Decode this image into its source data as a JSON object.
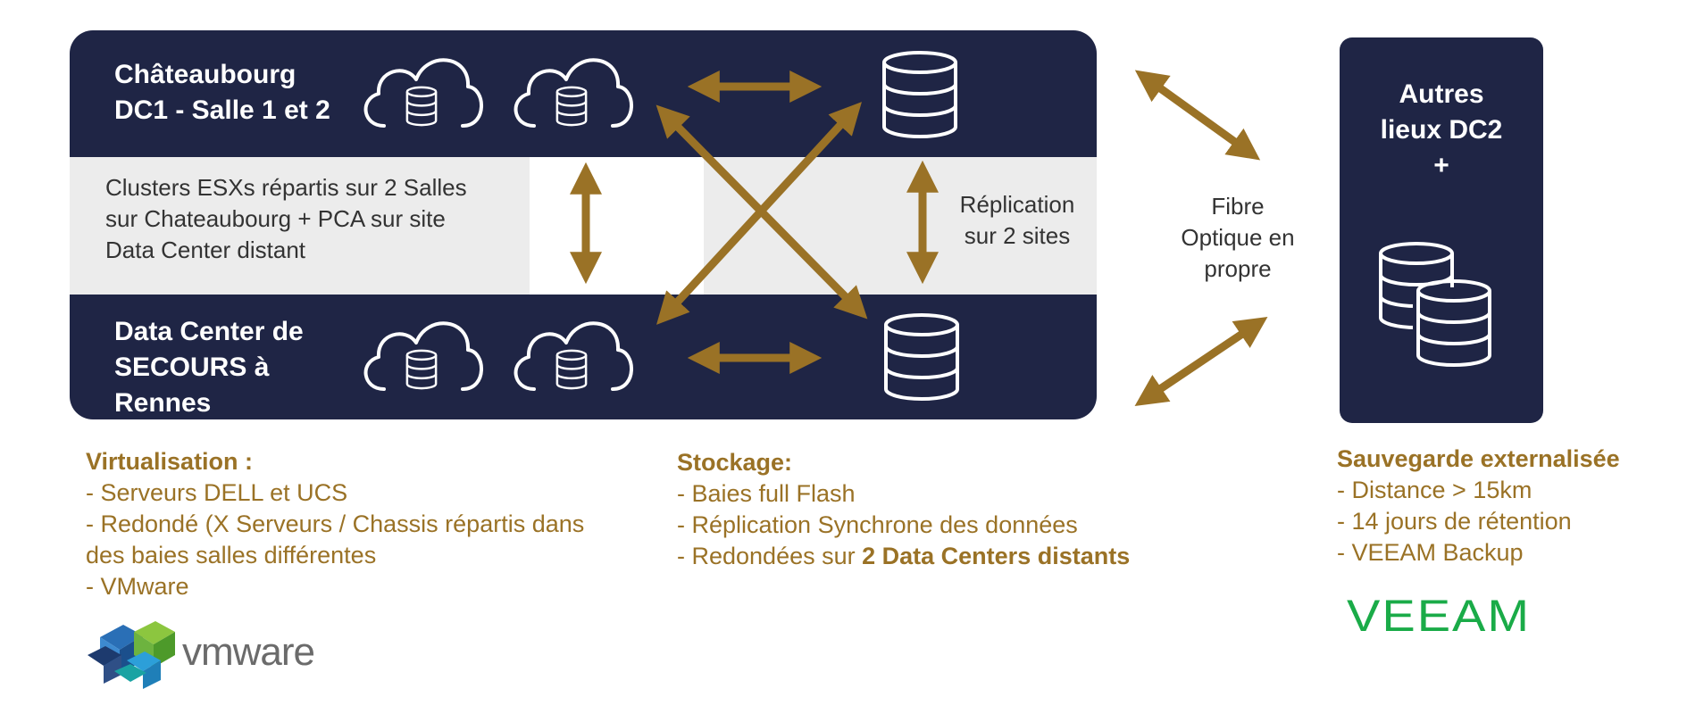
{
  "colors": {
    "navy": "#1f2545",
    "gold": "#9a7226",
    "grey_band": "#ececec",
    "veeam_green": "#1aab48"
  },
  "top_band": {
    "title_line1": "Châteaubourg",
    "title_line2": "DC1 - Salle 1 et 2"
  },
  "bottom_band": {
    "title_line1": "Data Center de",
    "title_line2": "SECOURS à",
    "title_line3": "Rennes"
  },
  "middle_band": {
    "clusters_text_line1": "Clusters ESXs répartis sur 2 Salles",
    "clusters_text_line2": "sur Chateaubourg + PCA sur site",
    "clusters_text_line3": "Data Center distant",
    "replication_line1": "Réplication",
    "replication_line2": "sur 2 sites"
  },
  "fibre": {
    "line1": "Fibre",
    "line2": "Optique en",
    "line3": "propre"
  },
  "dc2": {
    "line1": "Autres",
    "line2": "lieux DC2",
    "line3": "+"
  },
  "virtualisation": {
    "title": "Virtualisation :",
    "line1": "- Serveurs DELL et UCS",
    "line2": "- Redondé (X Serveurs / Chassis répartis dans",
    "line3": "des baies salles différentes",
    "line4": "- VMware"
  },
  "stockage": {
    "title": "Stockage:",
    "line1": "- Baies full Flash",
    "line2": "- Réplication Synchrone des données",
    "line3_prefix": "- Redondées sur ",
    "line3_bold": "2 Data Centers distants"
  },
  "sauvegarde": {
    "title": "Sauvegarde externalisée",
    "line1": "- Distance > 15km",
    "line2": "- 14 jours de rétention",
    "line3": "- VEEAM Backup"
  },
  "logos": {
    "vmware": "vmware",
    "veeam": "VEEAM"
  },
  "icons": [
    "cloud-database-icon",
    "database-icon",
    "double-arrow-icon",
    "database-stack-icon"
  ]
}
